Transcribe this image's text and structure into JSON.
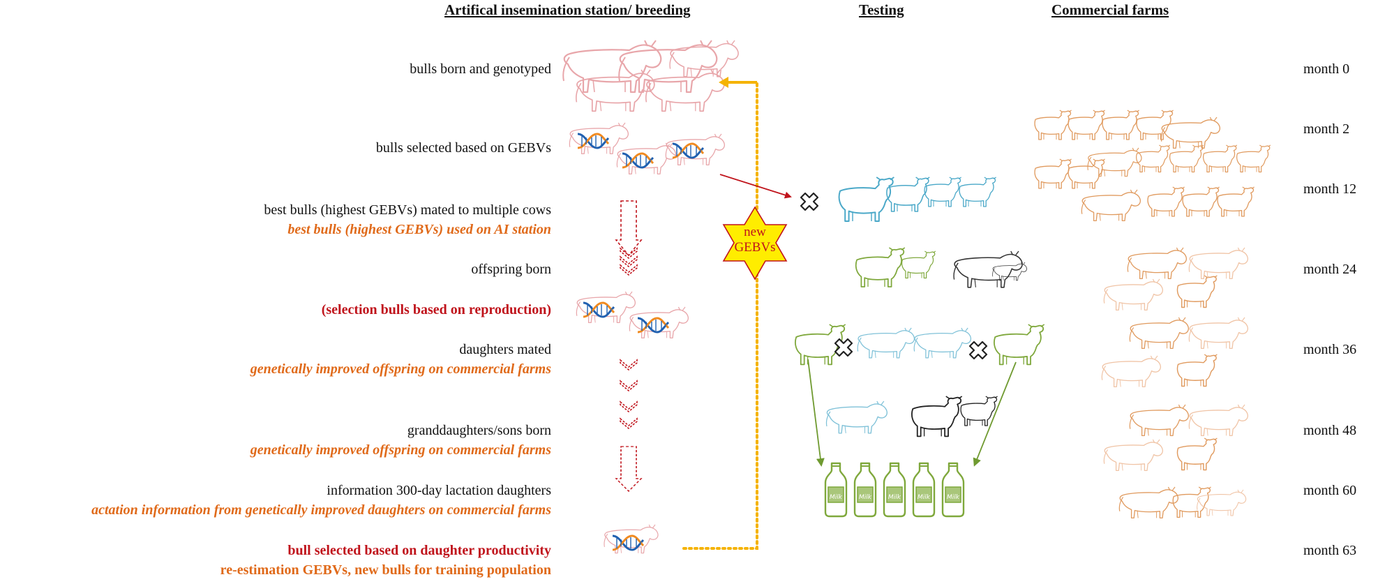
{
  "headers": {
    "station": "Artifical insemination station/ breeding",
    "testing": "Testing",
    "farms": "Commercial farms"
  },
  "steps": [
    {
      "text": "bulls born and genotyped",
      "style": "black"
    },
    {
      "text": "bulls selected based on GEBVs",
      "style": "black"
    },
    {
      "text": "best bulls (highest GEBVs) mated to multiple cows",
      "style": "black"
    },
    {
      "text": "best bulls (highest GEBVs) used on AI station",
      "style": "orange-italic"
    },
    {
      "text": "offspring born",
      "style": "black"
    },
    {
      "text": "(selection bulls based on reproduction)",
      "style": "red-bold"
    },
    {
      "text": "daughters mated",
      "style": "black"
    },
    {
      "text": "genetically improved offspring on commercial farms",
      "style": "orange-italic"
    },
    {
      "text": "granddaughters/sons born",
      "style": "black"
    },
    {
      "text": "genetically improved offspring on commercial farms",
      "style": "orange-italic"
    },
    {
      "text": "information 300-day lactation daughters",
      "style": "black"
    },
    {
      "text": "actation information from genetically improved daughters on commercial farms",
      "style": "orange-italic"
    },
    {
      "text": "bull selected based on daughter productivity",
      "style": "red-bold"
    },
    {
      "text": "re-estimation GEBVs, new bulls for training population",
      "style": "orange-bold"
    }
  ],
  "months": [
    "month 0",
    "month 2",
    "month 12",
    "month 24",
    "month 36",
    "month 48",
    "month 60",
    "month 63"
  ],
  "star": {
    "line1": "new",
    "line2": "GEBVs"
  },
  "milk_label": "Milk",
  "colors": {
    "bull": "#e8a6aa",
    "testing_blue": "#4aa8c8",
    "testing_green": "#7fa83c",
    "farm_orange": "#e09a5e",
    "farm_light": "#f0c4a6",
    "arrow_red": "#c0141c",
    "feedback_yellow": "#f5b300",
    "label_orange": "#e06a1a",
    "dna_blue": "#2060b0",
    "dna_orange": "#f08a20"
  },
  "icons": [
    "bull-icon",
    "dna-icon",
    "cow-icon",
    "cross-icon",
    "milk-bottle-icon",
    "star-icon",
    "down-arrow-icon",
    "chevron-down-icon"
  ]
}
